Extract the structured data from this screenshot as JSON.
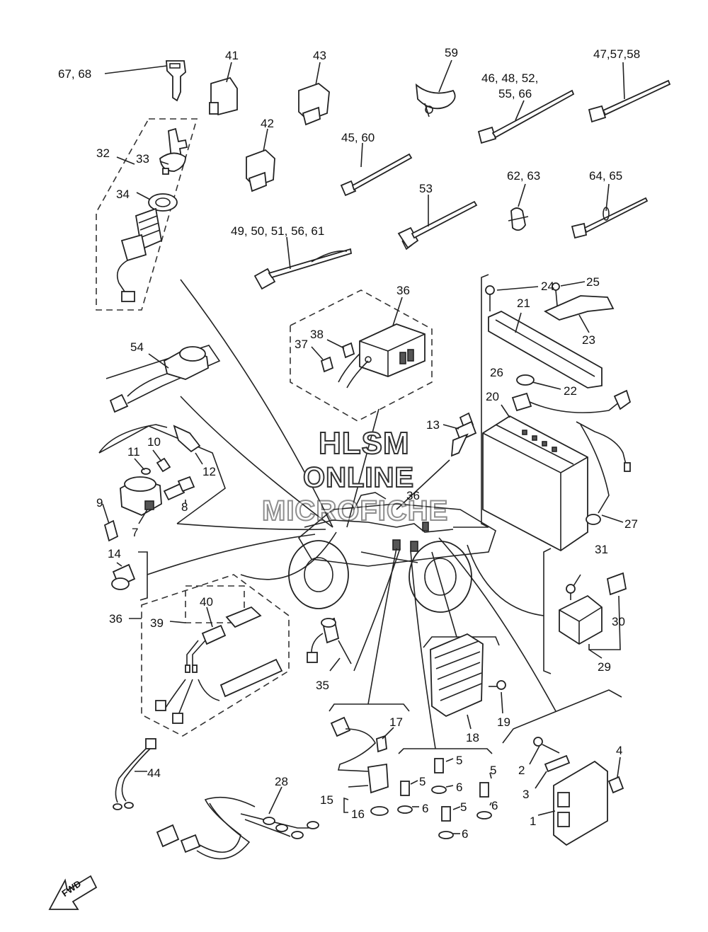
{
  "watermark": {
    "line1": "HLSM",
    "line2": "ONLINE",
    "line3": "MICROFICHE"
  },
  "fwd_label": "FWD",
  "callouts": [
    {
      "id": "c-67-68",
      "text": "67, 68"
    },
    {
      "id": "c-41",
      "text": "41"
    },
    {
      "id": "c-43",
      "text": "43"
    },
    {
      "id": "c-59",
      "text": "59"
    },
    {
      "id": "c-47-57-58",
      "text": "47,57,58"
    },
    {
      "id": "c-46-48-52",
      "text": "46, 48, 52,"
    },
    {
      "id": "c-55-66",
      "text": "55, 66"
    },
    {
      "id": "c-42",
      "text": "42"
    },
    {
      "id": "c-32",
      "text": "32"
    },
    {
      "id": "c-33",
      "text": "33"
    },
    {
      "id": "c-34",
      "text": "34"
    },
    {
      "id": "c-45-60",
      "text": "45, 60"
    },
    {
      "id": "c-62-63",
      "text": "62, 63"
    },
    {
      "id": "c-64-65",
      "text": "64, 65"
    },
    {
      "id": "c-53",
      "text": "53"
    },
    {
      "id": "c-49-61",
      "text": "49, 50, 51, 56, 61"
    },
    {
      "id": "c-36a",
      "text": "36"
    },
    {
      "id": "c-24",
      "text": "24"
    },
    {
      "id": "c-25",
      "text": "25"
    },
    {
      "id": "c-21",
      "text": "21"
    },
    {
      "id": "c-23",
      "text": "23"
    },
    {
      "id": "c-38",
      "text": "38"
    },
    {
      "id": "c-37",
      "text": "37"
    },
    {
      "id": "c-54",
      "text": "54"
    },
    {
      "id": "c-26",
      "text": "26"
    },
    {
      "id": "c-22",
      "text": "22"
    },
    {
      "id": "c-20",
      "text": "20"
    },
    {
      "id": "c-13",
      "text": "13"
    },
    {
      "id": "c-10",
      "text": "10"
    },
    {
      "id": "c-11",
      "text": "11"
    },
    {
      "id": "c-12",
      "text": "12"
    },
    {
      "id": "c-36b",
      "text": "36"
    },
    {
      "id": "c-9",
      "text": "9"
    },
    {
      "id": "c-8",
      "text": "8"
    },
    {
      "id": "c-7",
      "text": "7"
    },
    {
      "id": "c-27",
      "text": "27"
    },
    {
      "id": "c-14",
      "text": "14"
    },
    {
      "id": "c-31",
      "text": "31"
    },
    {
      "id": "c-40",
      "text": "40"
    },
    {
      "id": "c-36c",
      "text": "36"
    },
    {
      "id": "c-39",
      "text": "39"
    },
    {
      "id": "c-30",
      "text": "30"
    },
    {
      "id": "c-29",
      "text": "29"
    },
    {
      "id": "c-35",
      "text": "35"
    },
    {
      "id": "c-19",
      "text": "19"
    },
    {
      "id": "c-18",
      "text": "18"
    },
    {
      "id": "c-17",
      "text": "17"
    },
    {
      "id": "c-4",
      "text": "4"
    },
    {
      "id": "c-44",
      "text": "44"
    },
    {
      "id": "c-5a",
      "text": "5"
    },
    {
      "id": "c-5b",
      "text": "5"
    },
    {
      "id": "c-2",
      "text": "2"
    },
    {
      "id": "c-28",
      "text": "28"
    },
    {
      "id": "c-5c",
      "text": "5"
    },
    {
      "id": "c-6a",
      "text": "6"
    },
    {
      "id": "c-3",
      "text": "3"
    },
    {
      "id": "c-15",
      "text": "15"
    },
    {
      "id": "c-6b",
      "text": "6"
    },
    {
      "id": "c-5d",
      "text": "5"
    },
    {
      "id": "c-6c",
      "text": "6"
    },
    {
      "id": "c-16",
      "text": "16"
    },
    {
      "id": "c-1",
      "text": "1"
    },
    {
      "id": "c-6d",
      "text": "6"
    }
  ]
}
